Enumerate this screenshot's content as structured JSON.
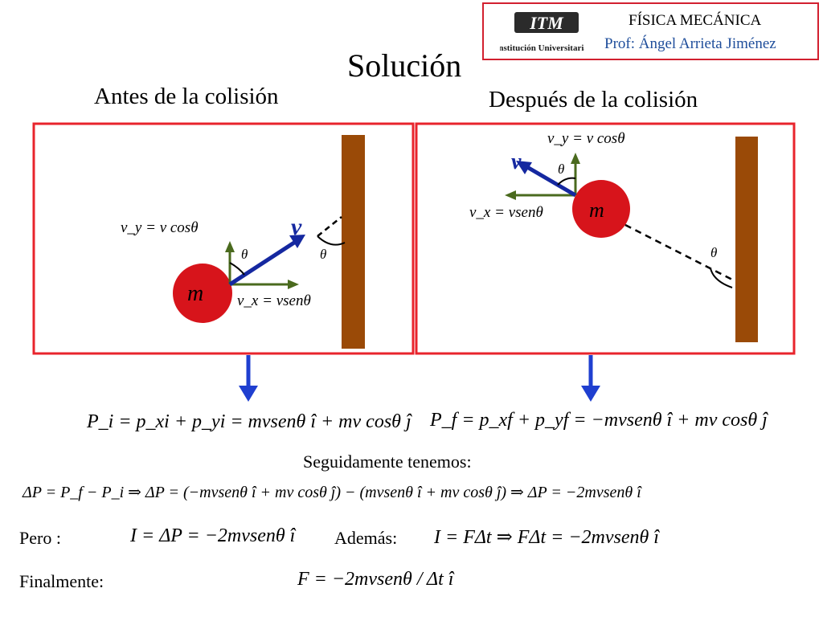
{
  "slide": {
    "title": "Solución",
    "before_heading": "Antes de la colisión",
    "after_heading": "Después de la colisión",
    "text_next": "Seguidamente tenemos:",
    "label_pero": "Pero :",
    "label_ademas": "Además:",
    "label_finalmente": "Finalmente:"
  },
  "logo": {
    "brand_text": "ITM",
    "brand_subtext": "Institución Universitaria",
    "course": "FÍSICA MECÁNICA",
    "professor": "Prof: Ángel Arrieta Jiménez"
  },
  "diagram_before": {
    "vy_label": "v_y = v cosθ",
    "vx_label": "v_x = vsenθ",
    "v_label": "v",
    "mass_label": "m",
    "angle_label": "θ"
  },
  "diagram_after": {
    "vy_label": "v_y = v cosθ",
    "vx_label": "v_x = vsenθ",
    "v_label": "v",
    "mass_label": "m",
    "angle_label": "θ"
  },
  "equations": {
    "p_initial": "P_i = p_xi + p_yi = mvsenθ î + mv cosθ ĵ",
    "p_final": "P_f = p_xf + p_yf = −mvsenθ î + mv cosθ ĵ",
    "delta_p": "ΔP = P_f − P_i ⇒ ΔP = (−mvsenθ î + mv cosθ ĵ) − (mvsenθ î + mv cosθ ĵ) ⇒ ΔP = −2mvsenθ î",
    "impulse": "I = ΔP = −2mvsenθ î",
    "impulse_force": "I = FΔt ⇒ FΔt = −2mvsenθ î",
    "force": "F = −2mvsenθ / Δt î"
  },
  "colors": {
    "frame_red": "#e8242c",
    "wall_brown": "#9a4a07",
    "ball_red": "#d7141b",
    "arrow_blue": "#1528a0",
    "component_green": "#4a6a1e",
    "down_arrow_blue": "#1f3fd0",
    "logo_blue": "#1f4e9b"
  }
}
